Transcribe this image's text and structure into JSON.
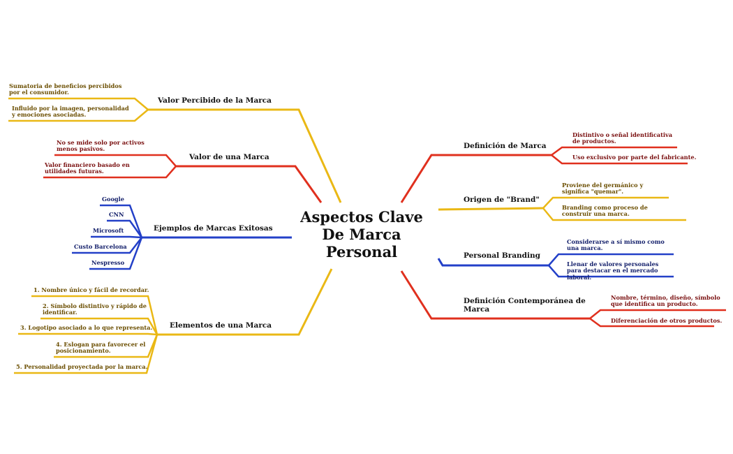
{
  "center": {
    "title": "Aspectos Clave De Marca Personal"
  },
  "colors": {
    "yellow": "#eab815",
    "red": "#e0301e",
    "blue": "#2340c8"
  },
  "left": [
    {
      "label": "Valor Percibido de la Marca",
      "color": "yellow",
      "children": [
        "Sumatoria de beneficios percibidos por el consumidor.",
        "Influido por la imagen, personalidad y emociones asociadas."
      ]
    },
    {
      "label": "Valor de una Marca",
      "color": "red",
      "children": [
        "No se mide solo por activos menos pasivos.",
        "Valor financiero basado en utilidades futuras."
      ]
    },
    {
      "label": "Ejemplos de Marcas Exitosas",
      "color": "blue",
      "children": [
        "Google",
        "CNN",
        "Microsoft",
        "Custo Barcelona",
        "Nespresso"
      ]
    },
    {
      "label": "Elementos de una Marca",
      "color": "yellow",
      "children": [
        "1. Nombre único y fácil de recordar.",
        "2. Símbolo distintivo y rápido de identificar.",
        "3. Logotipo asociado a lo que representa.",
        "4. Eslogan para favorecer el posicionamiento.",
        "5. Personalidad proyectada por la marca."
      ]
    }
  ],
  "right": [
    {
      "label": "Definición de Marca",
      "color": "red",
      "children": [
        "Distintivo o señal identificativa de productos.",
        "Uso exclusivo por parte del fabricante."
      ]
    },
    {
      "label": "Origen de \"Brand\"",
      "color": "yellow",
      "children": [
        "Proviene del germánico y significa \"quemar\".",
        "Branding como proceso de construir una marca."
      ]
    },
    {
      "label": "Personal Branding",
      "color": "blue",
      "children": [
        "Considerarse a sí mismo como una marca.",
        "Llenar de valores personales para destacar en el mercado laboral."
      ]
    },
    {
      "label": "Definición Contemporánea de Marca",
      "color": "red",
      "children": [
        "Nombre, término, diseño, símbolo que identifica un producto.",
        "Diferenciación de otros productos."
      ]
    }
  ]
}
